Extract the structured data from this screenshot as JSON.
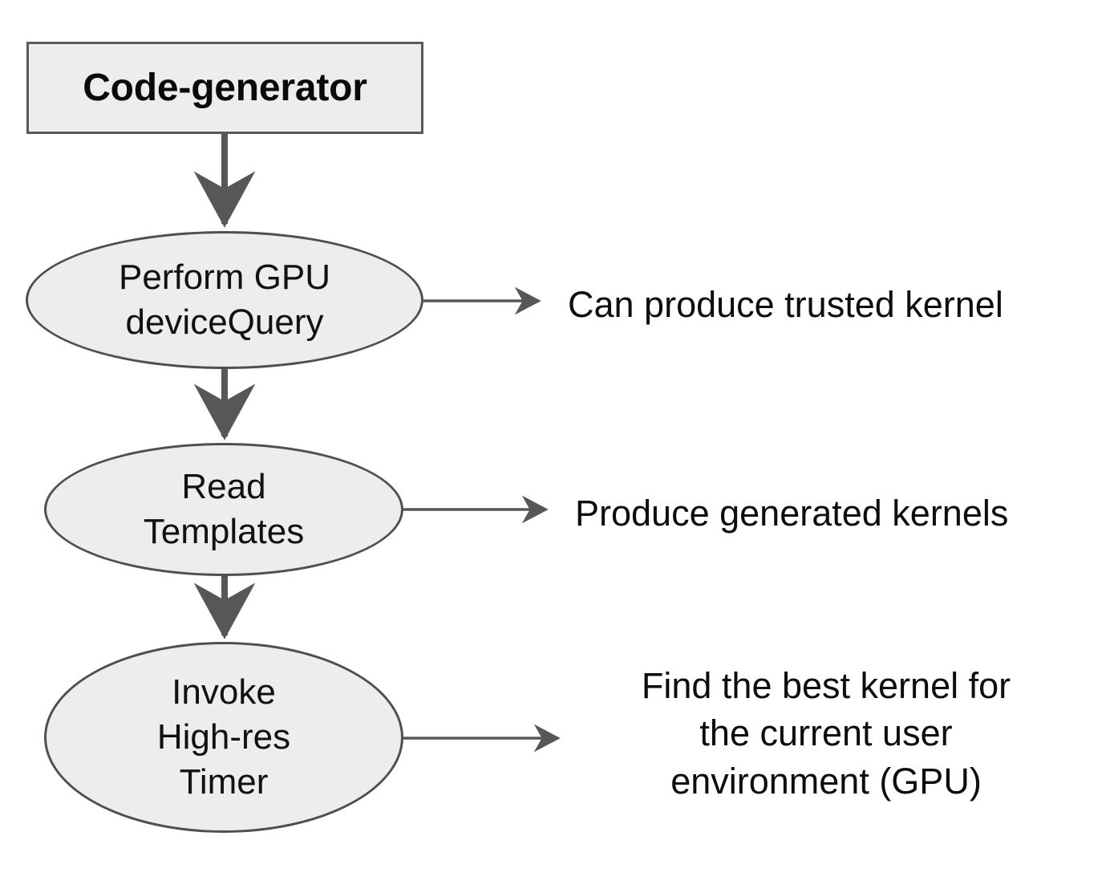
{
  "diagram": {
    "title_box": {
      "label": "Code-generator"
    },
    "steps": [
      {
        "id": "perform-gpu-devicequery",
        "label": "Perform GPU\ndeviceQuery",
        "note": "Can produce trusted kernel"
      },
      {
        "id": "read-templates",
        "label": "Read\nTemplates",
        "note": "Produce generated kernels"
      },
      {
        "id": "invoke-high-res-timer",
        "label": "Invoke\nHigh-res\nTimer",
        "note": "Find the best kernel for\nthe current user\nenvironment (GPU)"
      }
    ],
    "colors": {
      "node_fill": "#ededed",
      "node_stroke": "#4f4f4f",
      "box_stroke": "#595959",
      "arrow": "#575757",
      "text": "#0d0d0d",
      "background": "#ffffff"
    }
  }
}
